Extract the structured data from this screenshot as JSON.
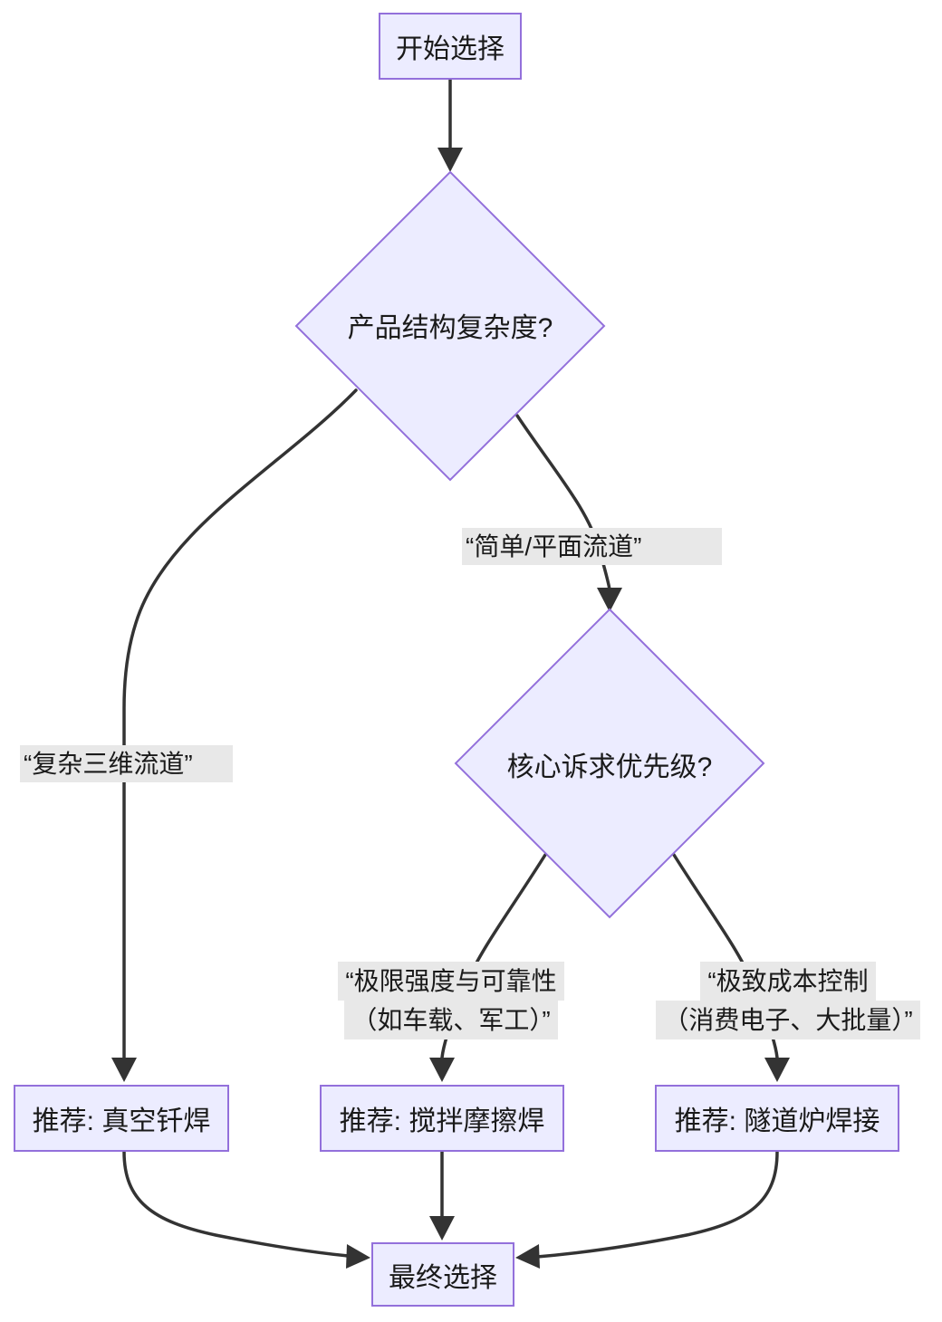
{
  "nodes": {
    "start": {
      "label": "开始选择"
    },
    "complexity": {
      "label": "产品结构复杂度?"
    },
    "priority": {
      "label": "核心诉求优先级?"
    },
    "vacuum": {
      "label": "推荐: 真空钎焊"
    },
    "fsw": {
      "label": "推荐: 搅拌摩擦焊"
    },
    "tunnel": {
      "label": "推荐: 隧道炉焊接"
    },
    "final": {
      "label": "最终选择"
    }
  },
  "edge_labels": {
    "complex3d": "“复杂三维流道”",
    "simple_planar": "“简单/平面流道”",
    "strength": {
      "line1": "“极限强度与可靠性",
      "line2": "（如车载、军工）”"
    },
    "cost": {
      "line1": "“极致成本控制",
      "line2": "（消费电子、大批量）”"
    }
  },
  "colors": {
    "node_fill": "#ECECFF",
    "node_border": "#9370DB",
    "edge_line": "#333333",
    "edge_label_bg": "#e8e8e8",
    "text": "#1a1a1a",
    "background": "#ffffff"
  }
}
